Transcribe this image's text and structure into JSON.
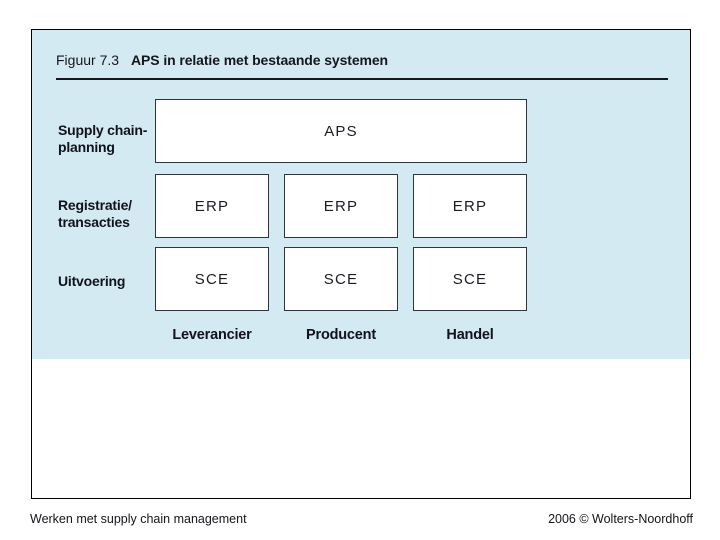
{
  "figure": {
    "label": "Figuur 7.3",
    "title": "APS in relatie met bestaande systemen",
    "rows": [
      {
        "label_lines": [
          "Supply chain-",
          "planning"
        ],
        "boxes": [
          "APS"
        ]
      },
      {
        "label_lines": [
          "Registratie/",
          "transacties"
        ],
        "boxes": [
          "ERP",
          "ERP",
          "ERP"
        ]
      },
      {
        "label_lines": [
          "Uitvoering"
        ],
        "boxes": [
          "SCE",
          "SCE",
          "SCE"
        ]
      }
    ],
    "column_labels": [
      "Leverancier",
      "Producent",
      "Handel"
    ]
  },
  "footer": {
    "left": "Werken met supply chain management",
    "right": "2006 © Wolters-Noordhoff"
  },
  "colors": {
    "panel_bg": "#d3eaf2",
    "box_border": "#2c3540",
    "outer_border": "#000000",
    "text": "#16161d",
    "page_bg": "#ffffff"
  }
}
